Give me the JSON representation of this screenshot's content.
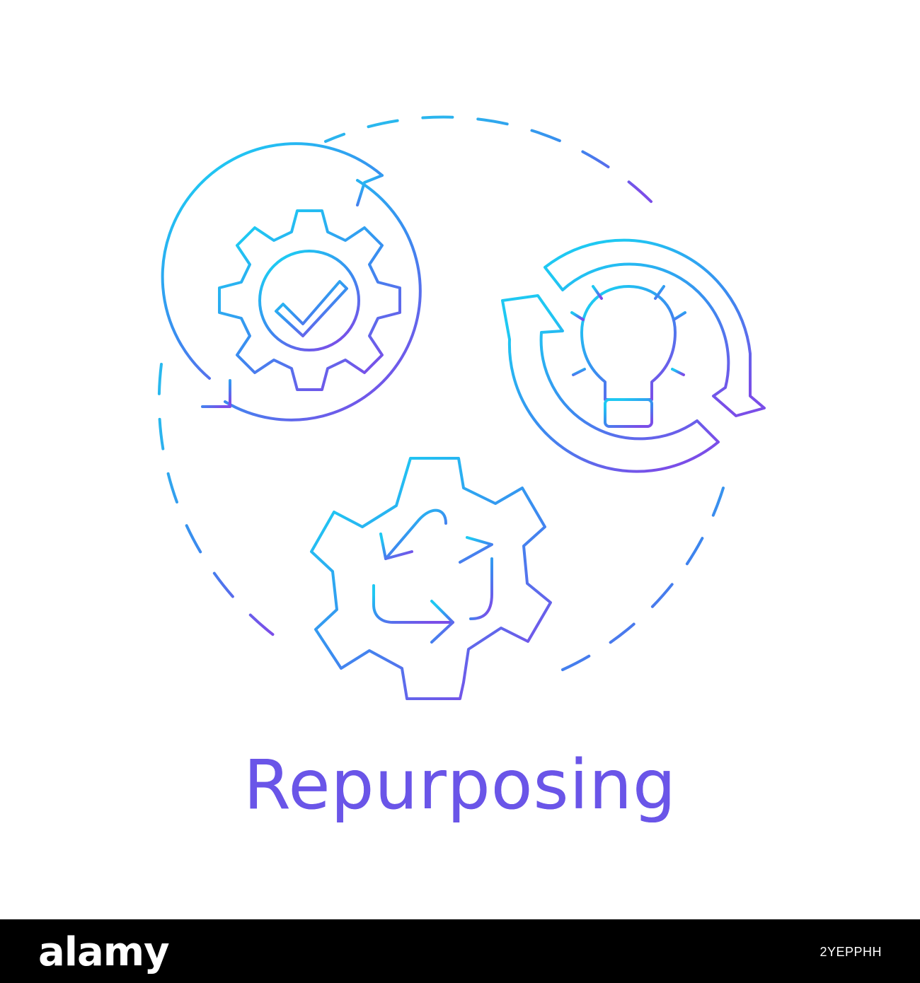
{
  "illustration": {
    "title": "Repurposing",
    "icons": [
      "gear-check-cycle-icon",
      "lightbulb-cycle-icon",
      "gear-recycle-icon"
    ],
    "colors": {
      "gradient_start": "#22c4f0",
      "gradient_mid": "#3d8ef0",
      "gradient_end": "#7a4ee8",
      "caption": "#6a55e8"
    }
  },
  "footer": {
    "logo_text": "alamy",
    "image_id": "2YEPPHH",
    "background": "#000000"
  }
}
